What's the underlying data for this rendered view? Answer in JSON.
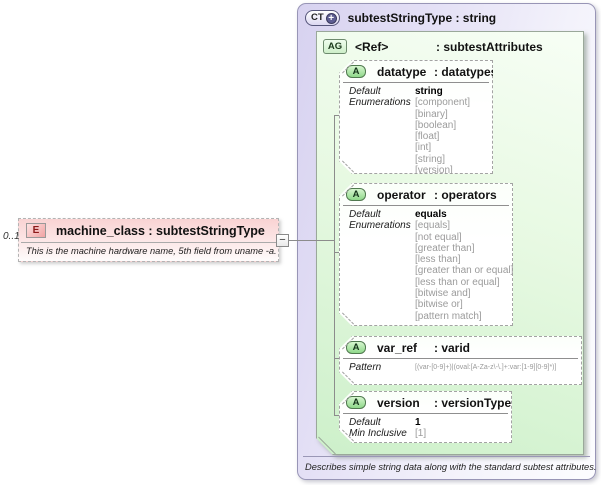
{
  "icons": {
    "plus": "+",
    "minus": "−"
  },
  "element": {
    "cardinality": "0..1",
    "badge": "E",
    "title": "machine_class : subtestStringType",
    "annotation": "This is the machine hardware name, 5th field from uname -a."
  },
  "complex_type": {
    "badge": "CT",
    "title": "subtestStringType : string",
    "annotation": "Describes simple string data along with the standard subtest attributes."
  },
  "attribute_group": {
    "badge": "AG",
    "ref": "<Ref>",
    "type": ": subtestAttributes"
  },
  "attributes": {
    "datatype": {
      "badge": "A",
      "name": "datatype",
      "type": ": datatypes",
      "default_label": "Default",
      "default_value": "string",
      "enumerations_label": "Enumerations",
      "enumerations": [
        "[component]",
        "[binary]",
        "[boolean]",
        "[float]",
        "[int]",
        "[string]",
        "[version]"
      ]
    },
    "operator": {
      "badge": "A",
      "name": "operator",
      "type": ": operators",
      "default_label": "Default",
      "default_value": "equals",
      "enumerations_label": "Enumerations",
      "enumerations": [
        "[equals]",
        "[not equal]",
        "[greater than]",
        "[less than]",
        "[greater than or equal]",
        "[less than or equal]",
        "[bitwise and]",
        "[bitwise or]",
        "[pattern match]"
      ]
    },
    "var_ref": {
      "badge": "A",
      "name": "var_ref",
      "type": ": varid",
      "pattern_label": "Pattern",
      "pattern_value": "[(var-[0-9]+)|(oval:[A-Za-z\\-\\.]+:var:[1-9][0-9]*)]"
    },
    "version": {
      "badge": "A",
      "name": "version",
      "type": ": versionType",
      "default_label": "Default",
      "default_value": "1",
      "min_inclusive_label": "Min Inclusive",
      "min_inclusive_value": "[1]"
    }
  }
}
